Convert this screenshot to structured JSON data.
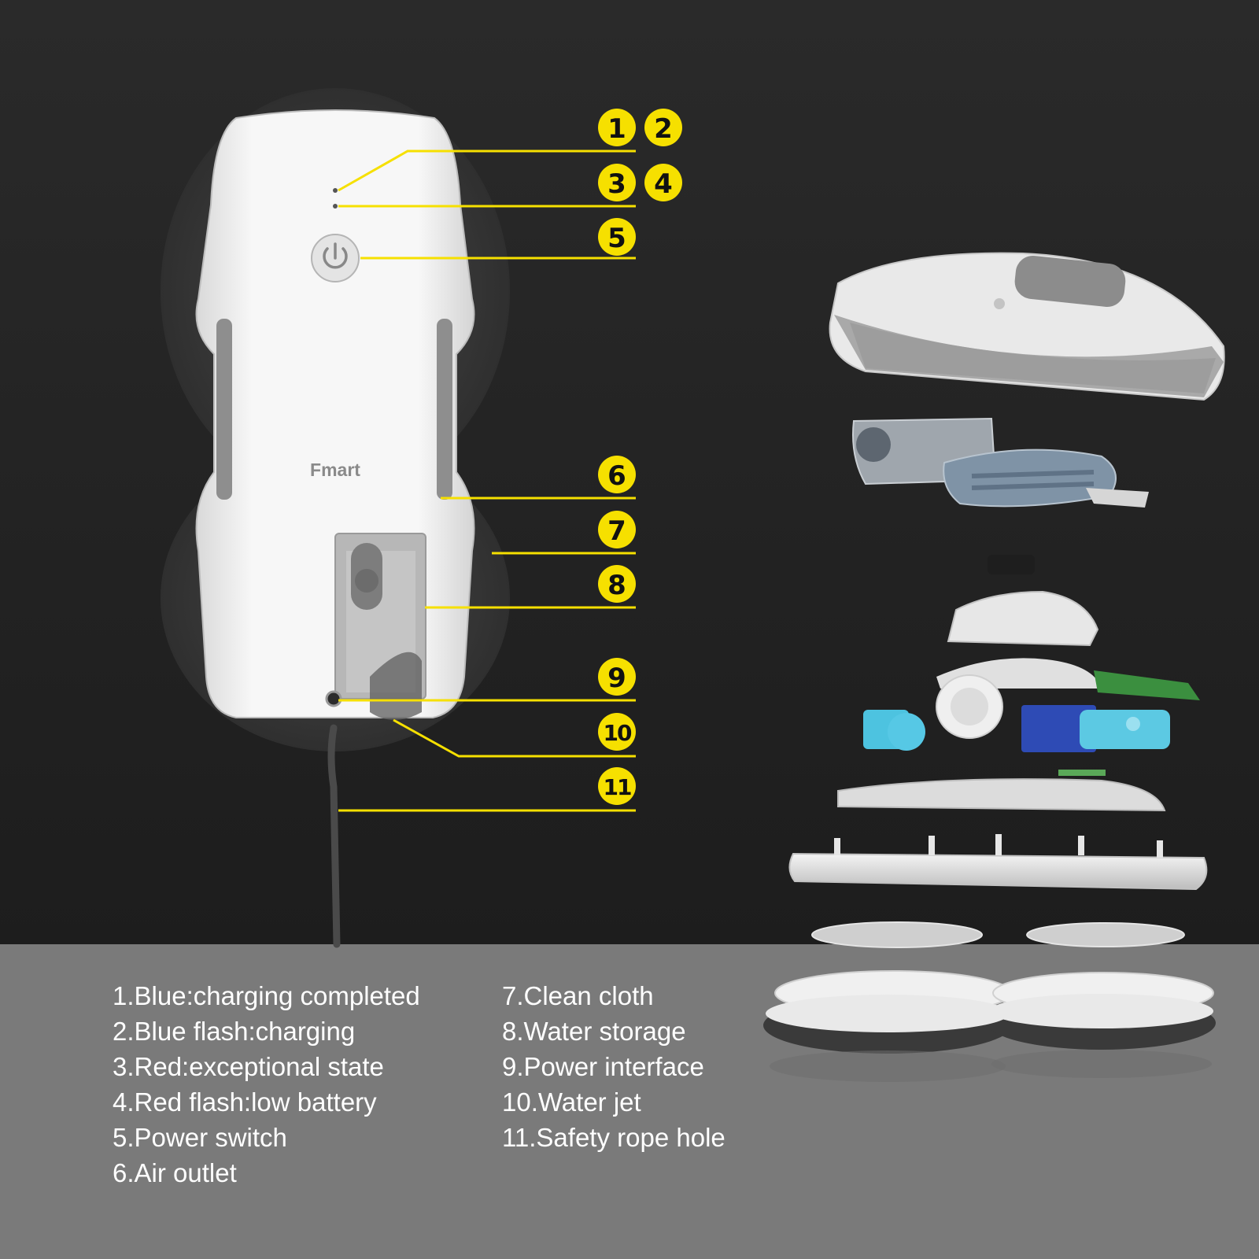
{
  "brand": "Fmart",
  "callouts": [
    "1",
    "2",
    "3",
    "4",
    "5",
    "6",
    "7",
    "8",
    "9",
    "10",
    "11"
  ],
  "legend": {
    "left": [
      "1.Blue:charging completed",
      "2.Blue flash:charging",
      "3.Red:exceptional state",
      "4.Red flash:low battery",
      "5.Power switch",
      "6.Air outlet"
    ],
    "right": [
      "7.Clean cloth",
      "8.Water storage",
      "9.Power interface",
      "10.Water jet",
      "11.Safety rope hole"
    ]
  },
  "colors": {
    "callout_yellow": "#f6e000",
    "background_dark": "#222222",
    "legend_panel": "#7a7a7a"
  }
}
